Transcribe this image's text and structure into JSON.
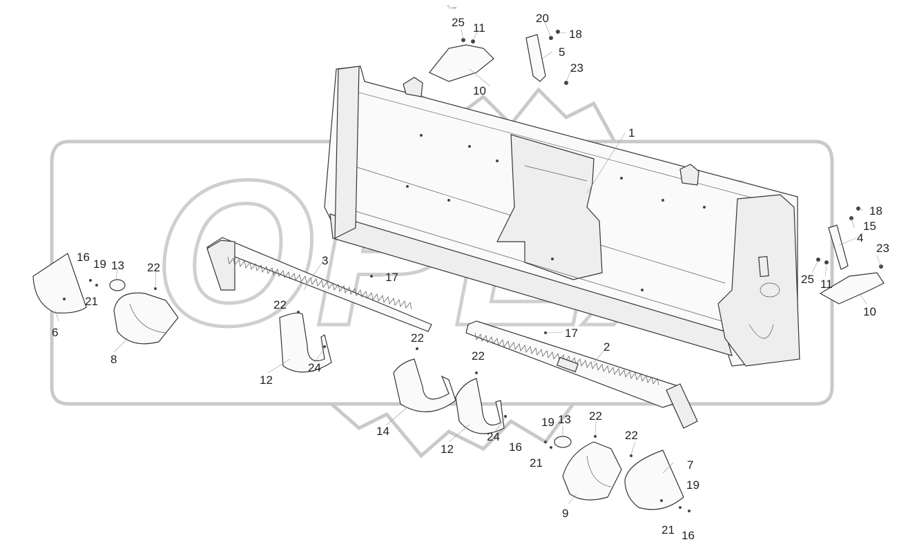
{
  "header_mark": "⁰ₒ ₒₒₒ",
  "watermark_text": "OPEX",
  "callouts": [
    {
      "id": "c1",
      "label": "1"
    },
    {
      "id": "c2",
      "label": "2"
    },
    {
      "id": "c3",
      "label": "3"
    },
    {
      "id": "c4",
      "label": "4"
    },
    {
      "id": "c5",
      "label": "5"
    },
    {
      "id": "c6",
      "label": "6"
    },
    {
      "id": "c7",
      "label": "7"
    },
    {
      "id": "c8",
      "label": "8"
    },
    {
      "id": "c9",
      "label": "9"
    },
    {
      "id": "c10a",
      "label": "10"
    },
    {
      "id": "c10b",
      "label": "10"
    },
    {
      "id": "c11a",
      "label": "11"
    },
    {
      "id": "c11b",
      "label": "11"
    },
    {
      "id": "c12a",
      "label": "12"
    },
    {
      "id": "c12b",
      "label": "12"
    },
    {
      "id": "c13a",
      "label": "13"
    },
    {
      "id": "c13b",
      "label": "13"
    },
    {
      "id": "c14",
      "label": "14"
    },
    {
      "id": "c15",
      "label": "15"
    },
    {
      "id": "c16a",
      "label": "16"
    },
    {
      "id": "c16b",
      "label": "16"
    },
    {
      "id": "c16c",
      "label": "16"
    },
    {
      "id": "c17a",
      "label": "17"
    },
    {
      "id": "c17b",
      "label": "17"
    },
    {
      "id": "c18a",
      "label": "18"
    },
    {
      "id": "c18b",
      "label": "18"
    },
    {
      "id": "c19a",
      "label": "19"
    },
    {
      "id": "c19b",
      "label": "19"
    },
    {
      "id": "c19c",
      "label": "19"
    },
    {
      "id": "c20",
      "label": "20"
    },
    {
      "id": "c21a",
      "label": "21"
    },
    {
      "id": "c21b",
      "label": "21"
    },
    {
      "id": "c21c",
      "label": "21"
    },
    {
      "id": "c22a",
      "label": "22"
    },
    {
      "id": "c22b",
      "label": "22"
    },
    {
      "id": "c22c",
      "label": "22"
    },
    {
      "id": "c22d",
      "label": "22"
    },
    {
      "id": "c22e",
      "label": "22"
    },
    {
      "id": "c22f",
      "label": "22"
    },
    {
      "id": "c23a",
      "label": "23"
    },
    {
      "id": "c23b",
      "label": "23"
    },
    {
      "id": "c24a",
      "label": "24"
    },
    {
      "id": "c24b",
      "label": "24"
    },
    {
      "id": "c25a",
      "label": "25"
    },
    {
      "id": "c25b",
      "label": "25"
    }
  ]
}
